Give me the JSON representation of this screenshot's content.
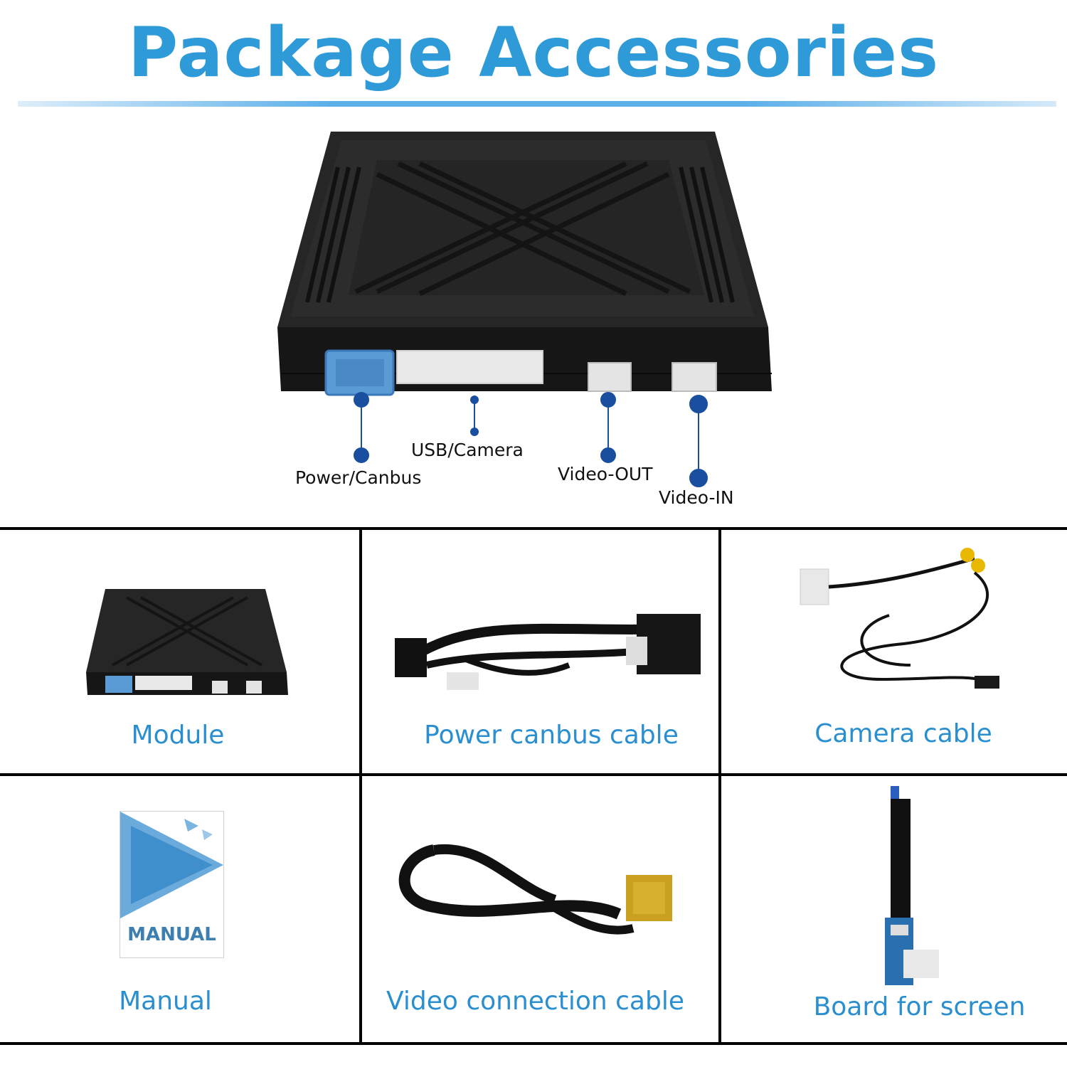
{
  "header": {
    "title": "Package Accessories"
  },
  "ports": [
    {
      "label": "Power/Canbus"
    },
    {
      "label": "USB/Camera"
    },
    {
      "label": "Video-OUT"
    },
    {
      "label": "Video-IN"
    }
  ],
  "items": [
    {
      "label": "Module"
    },
    {
      "label": "Power canbus cable"
    },
    {
      "label": "Camera cable"
    },
    {
      "label": "Manual",
      "badge": "MANUAL"
    },
    {
      "label": "Video connection cable"
    },
    {
      "label": "Board for screen"
    }
  ],
  "colors": {
    "accent": "#2f9ad8",
    "label_blue": "#2a8fd0",
    "pin_blue": "#1a4fa0",
    "device": "#1e1e1e"
  }
}
